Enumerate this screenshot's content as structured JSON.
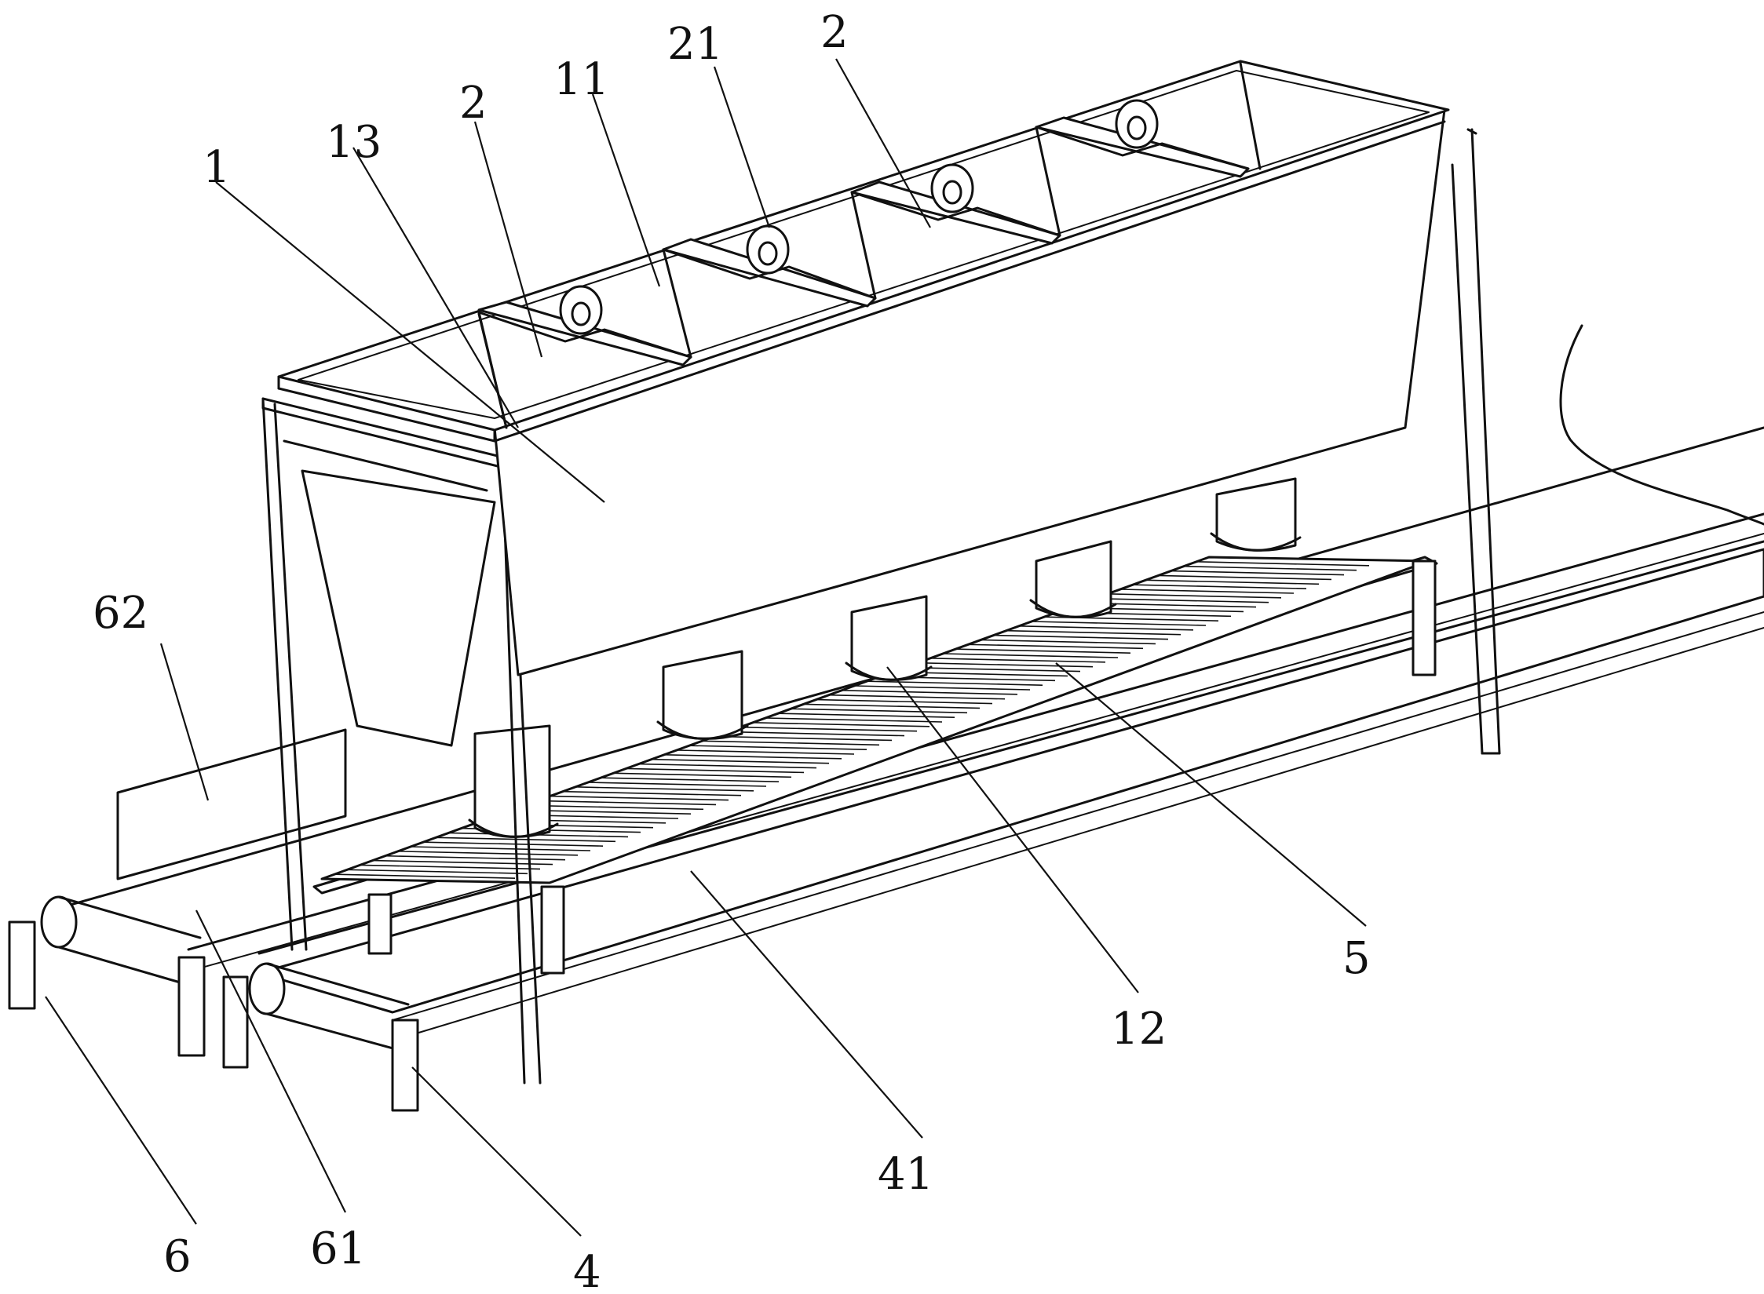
{
  "labels": {
    "l1": "1",
    "l13": "13",
    "l2a": "2",
    "l11": "11",
    "l21": "21",
    "l2b": "2",
    "l62": "62",
    "l5": "5",
    "l12": "12",
    "l41": "41",
    "l6": "6",
    "l61": "61",
    "l4": "4"
  }
}
